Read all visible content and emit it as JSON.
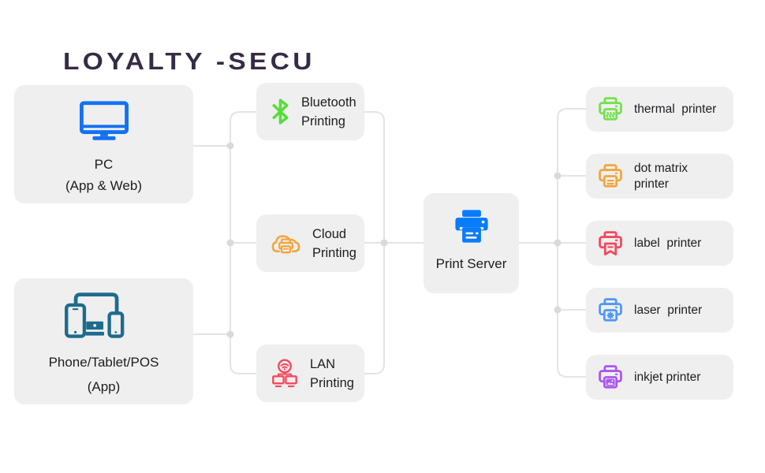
{
  "title": "LOYALTY -SECU",
  "colors": {
    "title": "#362b44",
    "text": "#1d1d1f",
    "box_bg": "#efeff0",
    "line": "#e4e4e4",
    "dot": "#dadada"
  },
  "nodes": {
    "pc": {
      "line1": "PC",
      "line2": "(App & Web)",
      "color": "#1472f0",
      "icon": "monitor-icon"
    },
    "devices": {
      "line1": "Phone/Tablet/POS",
      "line2": "(App)",
      "color": "#1e6b8d",
      "icon": "devices-icon"
    },
    "bluetooth": {
      "label": "Bluetooth\nPrinting",
      "color": "#55dd36",
      "icon": "bluetooth-icon"
    },
    "cloud": {
      "label": "Cloud\nPrinting",
      "color": "#f2a640",
      "icon": "cloud-printer-icon"
    },
    "lan": {
      "label": "LAN\nPrinting",
      "color": "#f4495c",
      "icon": "lan-network-icon"
    },
    "print_server": {
      "label": "Print Server",
      "color": "#087cfa",
      "icon": "printer-filled-icon"
    },
    "printers": [
      {
        "id": "thermal",
        "label": "thermal  printer",
        "color": "#72e24a"
      },
      {
        "id": "dot-matrix",
        "label": "dot matrix\nprinter",
        "color": "#f2a640"
      },
      {
        "id": "label",
        "label": "label  printer",
        "color": "#f4495c"
      },
      {
        "id": "laser",
        "label": "laser  printer",
        "color": "#4f97f5"
      },
      {
        "id": "inkjet",
        "label": "inkjet printer",
        "color": "#aa55f2"
      }
    ]
  }
}
